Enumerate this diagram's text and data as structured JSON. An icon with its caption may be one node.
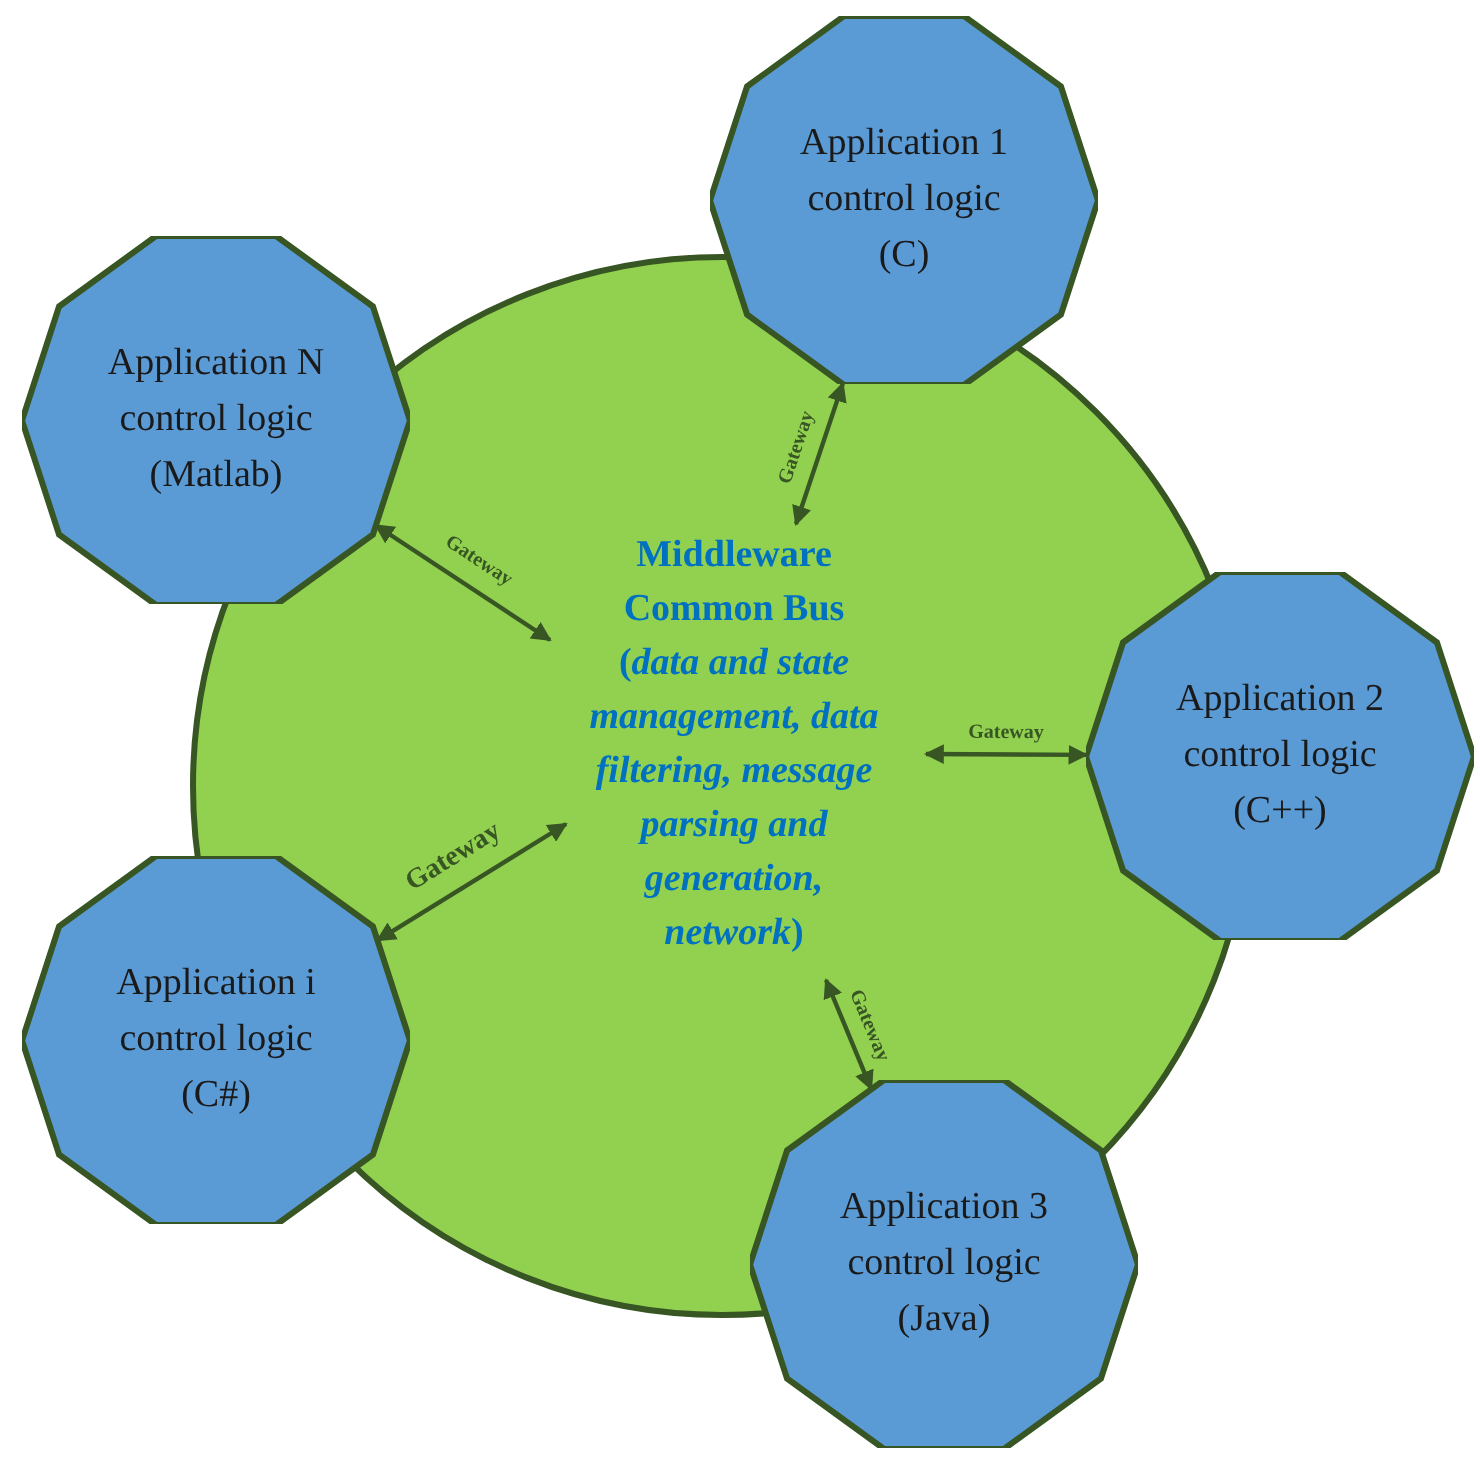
{
  "diagram": {
    "nodes": [
      {
        "text": [
          "Middleware Common Bus",
          "(*data and state management, data filtering, message parsing and generation, network*)"
        ]
      },
      {
        "text": [
          "Application 1 control logic (C)"
        ]
      },
      {
        "text": [
          "Application N control logic (Matlab)"
        ]
      },
      {
        "text": [
          "Application 2 control logic (C++)"
        ]
      },
      {
        "text": [
          "Application i control logic (C#)"
        ]
      },
      {
        "text": [
          "Application 3 control logic (Java)"
        ]
      }
    ],
    "edges": [
      {
        "from": 1,
        "to": 0,
        "arrow": "both",
        "label": "Gateway"
      },
      {
        "from": 2,
        "to": 0,
        "arrow": "both",
        "label": "Gateway"
      },
      {
        "from": 3,
        "to": 0,
        "arrow": "both",
        "label": "Gateway"
      },
      {
        "from": 4,
        "to": 0,
        "arrow": "both",
        "label": "Gateway"
      },
      {
        "from": 5,
        "to": 0,
        "arrow": "both",
        "label": "Gateway"
      }
    ]
  }
}
